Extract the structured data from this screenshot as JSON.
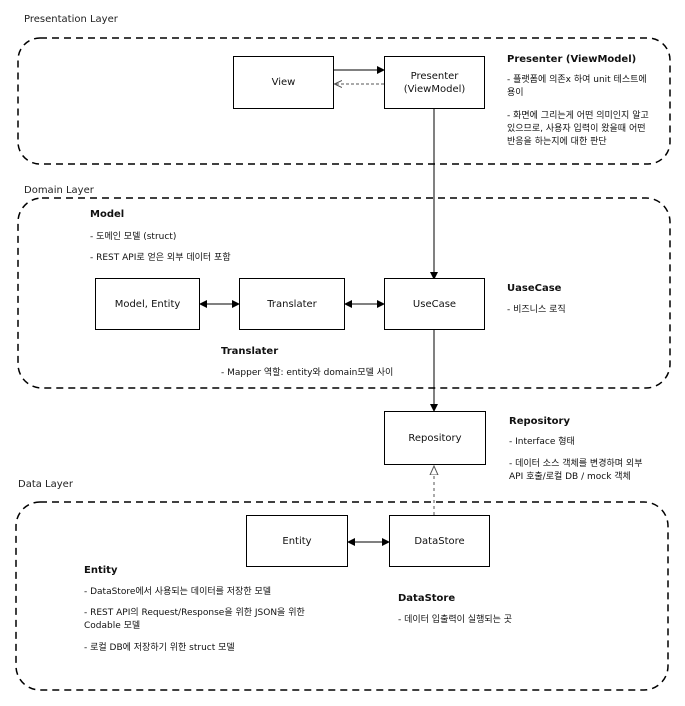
{
  "layers": {
    "presentation": "Presentation Layer",
    "domain": "Domain Layer",
    "data": "Data Layer"
  },
  "boxes": {
    "view": "View",
    "presenter": "Presenter\n(ViewModel)",
    "model_entity": "Model, Entity",
    "translater": "Translater",
    "usecase": "UseCase",
    "repository": "Repository",
    "entity": "Entity",
    "datastore": "DataStore"
  },
  "notes": {
    "presenter": {
      "title": "Presenter (ViewModel)",
      "lines": [
        "- 플랫폼에 의존x 하여 unit 테스트에\n용이",
        "- 화면에 그리는게 어떤 의미인지 알고\n있으므로, 사용자 입력이 왔을때 어떤\n반응을 하는지에 대한 판단"
      ]
    },
    "model": {
      "title": "Model",
      "lines": [
        "- 도메인 모델 (struct)",
        "- REST API로 얻은 외부 데이터 포함"
      ]
    },
    "usecase": {
      "title": "UaseCase",
      "lines": [
        "- 비즈니스 로직"
      ]
    },
    "translater": {
      "title": "Translater",
      "lines": [
        "- Mapper 역할: entity와 domain모델 사이"
      ]
    },
    "repository": {
      "title": "Repository",
      "lines": [
        "- Interface 형태",
        "- 데이터 소스 객체를 변경하며 외부\nAPI 호출/로컬 DB / mock 객체"
      ]
    },
    "entity": {
      "title": "Entity",
      "lines": [
        "- DataStore에서 사용되는 데이터를 저장한 모델",
        "- REST API의 Request/Response을 위한 JSON을 위한\nCodable 모델",
        "- 로컬 DB에 저장하기 위한 struct 모델"
      ]
    },
    "datastore": {
      "title": "DataStore",
      "lines": [
        "- 데이터 입출력이 실행되는 곳"
      ]
    }
  },
  "colors": {
    "line": "#000000",
    "dashed_arrow": "#555555",
    "background": "#ffffff"
  }
}
